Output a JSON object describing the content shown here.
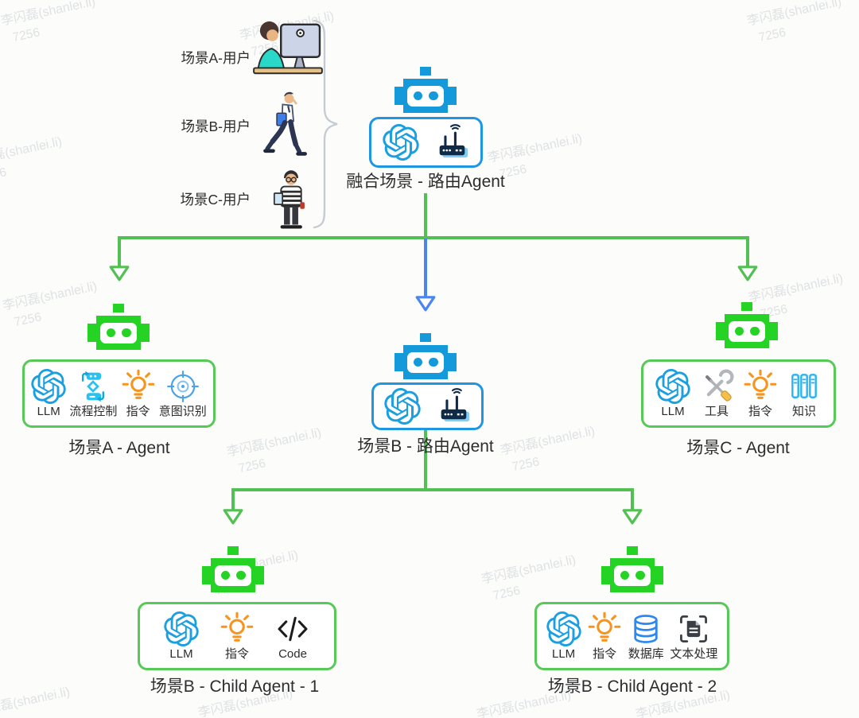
{
  "watermark": {
    "line1": "李闪磊(shanlei.li)",
    "line2": "7256"
  },
  "users": [
    {
      "label": "场景A-用户",
      "icon": "user-at-desktop"
    },
    {
      "label": "场景B-用户",
      "icon": "user-walking-phone"
    },
    {
      "label": "场景C-用户",
      "icon": "user-standing-book"
    }
  ],
  "root_agent": {
    "label": "融合场景 - 路由Agent",
    "icons": [
      "openai-logo",
      "wifi-router"
    ]
  },
  "agents": {
    "scene_a": {
      "label": "场景A - Agent",
      "capabilities": [
        {
          "icon": "openai-logo",
          "label": "LLM"
        },
        {
          "icon": "flow-control",
          "label": "流程控制"
        },
        {
          "icon": "instruction-bulb",
          "label": "指令"
        },
        {
          "icon": "intent-target",
          "label": "意图识别"
        }
      ]
    },
    "scene_b_router": {
      "label": "场景B - 路由Agent",
      "icons": [
        "openai-logo",
        "wifi-router"
      ]
    },
    "scene_c": {
      "label": "场景C - Agent",
      "capabilities": [
        {
          "icon": "openai-logo",
          "label": "LLM"
        },
        {
          "icon": "tools",
          "label": "工具"
        },
        {
          "icon": "instruction-bulb",
          "label": "指令"
        },
        {
          "icon": "knowledge-books",
          "label": "知识"
        }
      ]
    },
    "child_1": {
      "label": "场景B - Child Agent - 1",
      "capabilities": [
        {
          "icon": "openai-logo",
          "label": "LLM"
        },
        {
          "icon": "instruction-bulb",
          "label": "指令"
        },
        {
          "icon": "code",
          "label": "Code"
        }
      ]
    },
    "child_2": {
      "label": "场景B - Child Agent - 2",
      "capabilities": [
        {
          "icon": "openai-logo",
          "label": "LLM"
        },
        {
          "icon": "instruction-bulb",
          "label": "指令"
        },
        {
          "icon": "database",
          "label": "数据库"
        },
        {
          "icon": "text-processing",
          "label": "文本处理"
        }
      ]
    }
  },
  "colors": {
    "robot_blue": "#1499da",
    "robot_green": "#25d325",
    "connector_green": "#53c053",
    "connector_blue": "#4b86f0",
    "box_border_blue": "#1e96e0",
    "box_border_green": "#57c957",
    "bulb_orange": "#f7941e"
  }
}
